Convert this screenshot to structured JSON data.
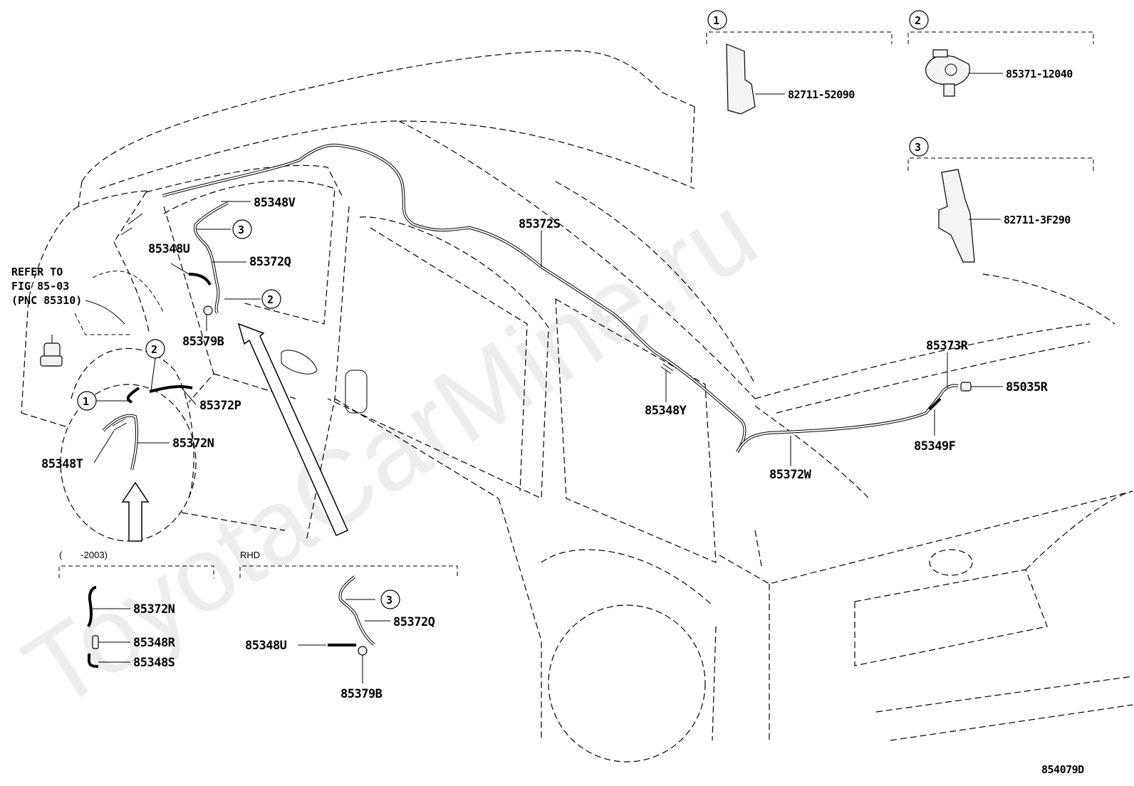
{
  "diagram": {
    "figure_code": "854079D",
    "watermark": "ToyotaCarMine.ru",
    "refer_note": [
      "REFER TO",
      "FIG 85-03",
      "(PNC 85310)"
    ],
    "detail_groups": [
      {
        "id": "1",
        "part": "82711-52090"
      },
      {
        "id": "2",
        "part": "85371-12040"
      },
      {
        "id": "3",
        "part": "82711-3F290"
      }
    ],
    "main_callouts": {
      "p85348V": "85348V",
      "p85348U": "85348U",
      "p85372Q": "85372Q",
      "p85379B": "85379B",
      "p85372P": "85372P",
      "p85372N": "85372N",
      "p85348T": "85348T",
      "p85372S": "85372S",
      "p85348Y": "85348Y",
      "p85372W": "85372W",
      "p85373R": "85373R",
      "p85035R": "85035R",
      "p85349F": "85349F"
    },
    "circle_marks": {
      "c1": "1",
      "c2": "2",
      "c3": "3"
    },
    "inset_2003": {
      "caption": "(　　-2003)",
      "parts": [
        "85372N",
        "85348R",
        "85348S"
      ]
    },
    "inset_rhd": {
      "caption": "RHD",
      "parts": {
        "q": "85372Q",
        "u": "85348U",
        "b": "85379B",
        "c3": "3"
      }
    }
  }
}
